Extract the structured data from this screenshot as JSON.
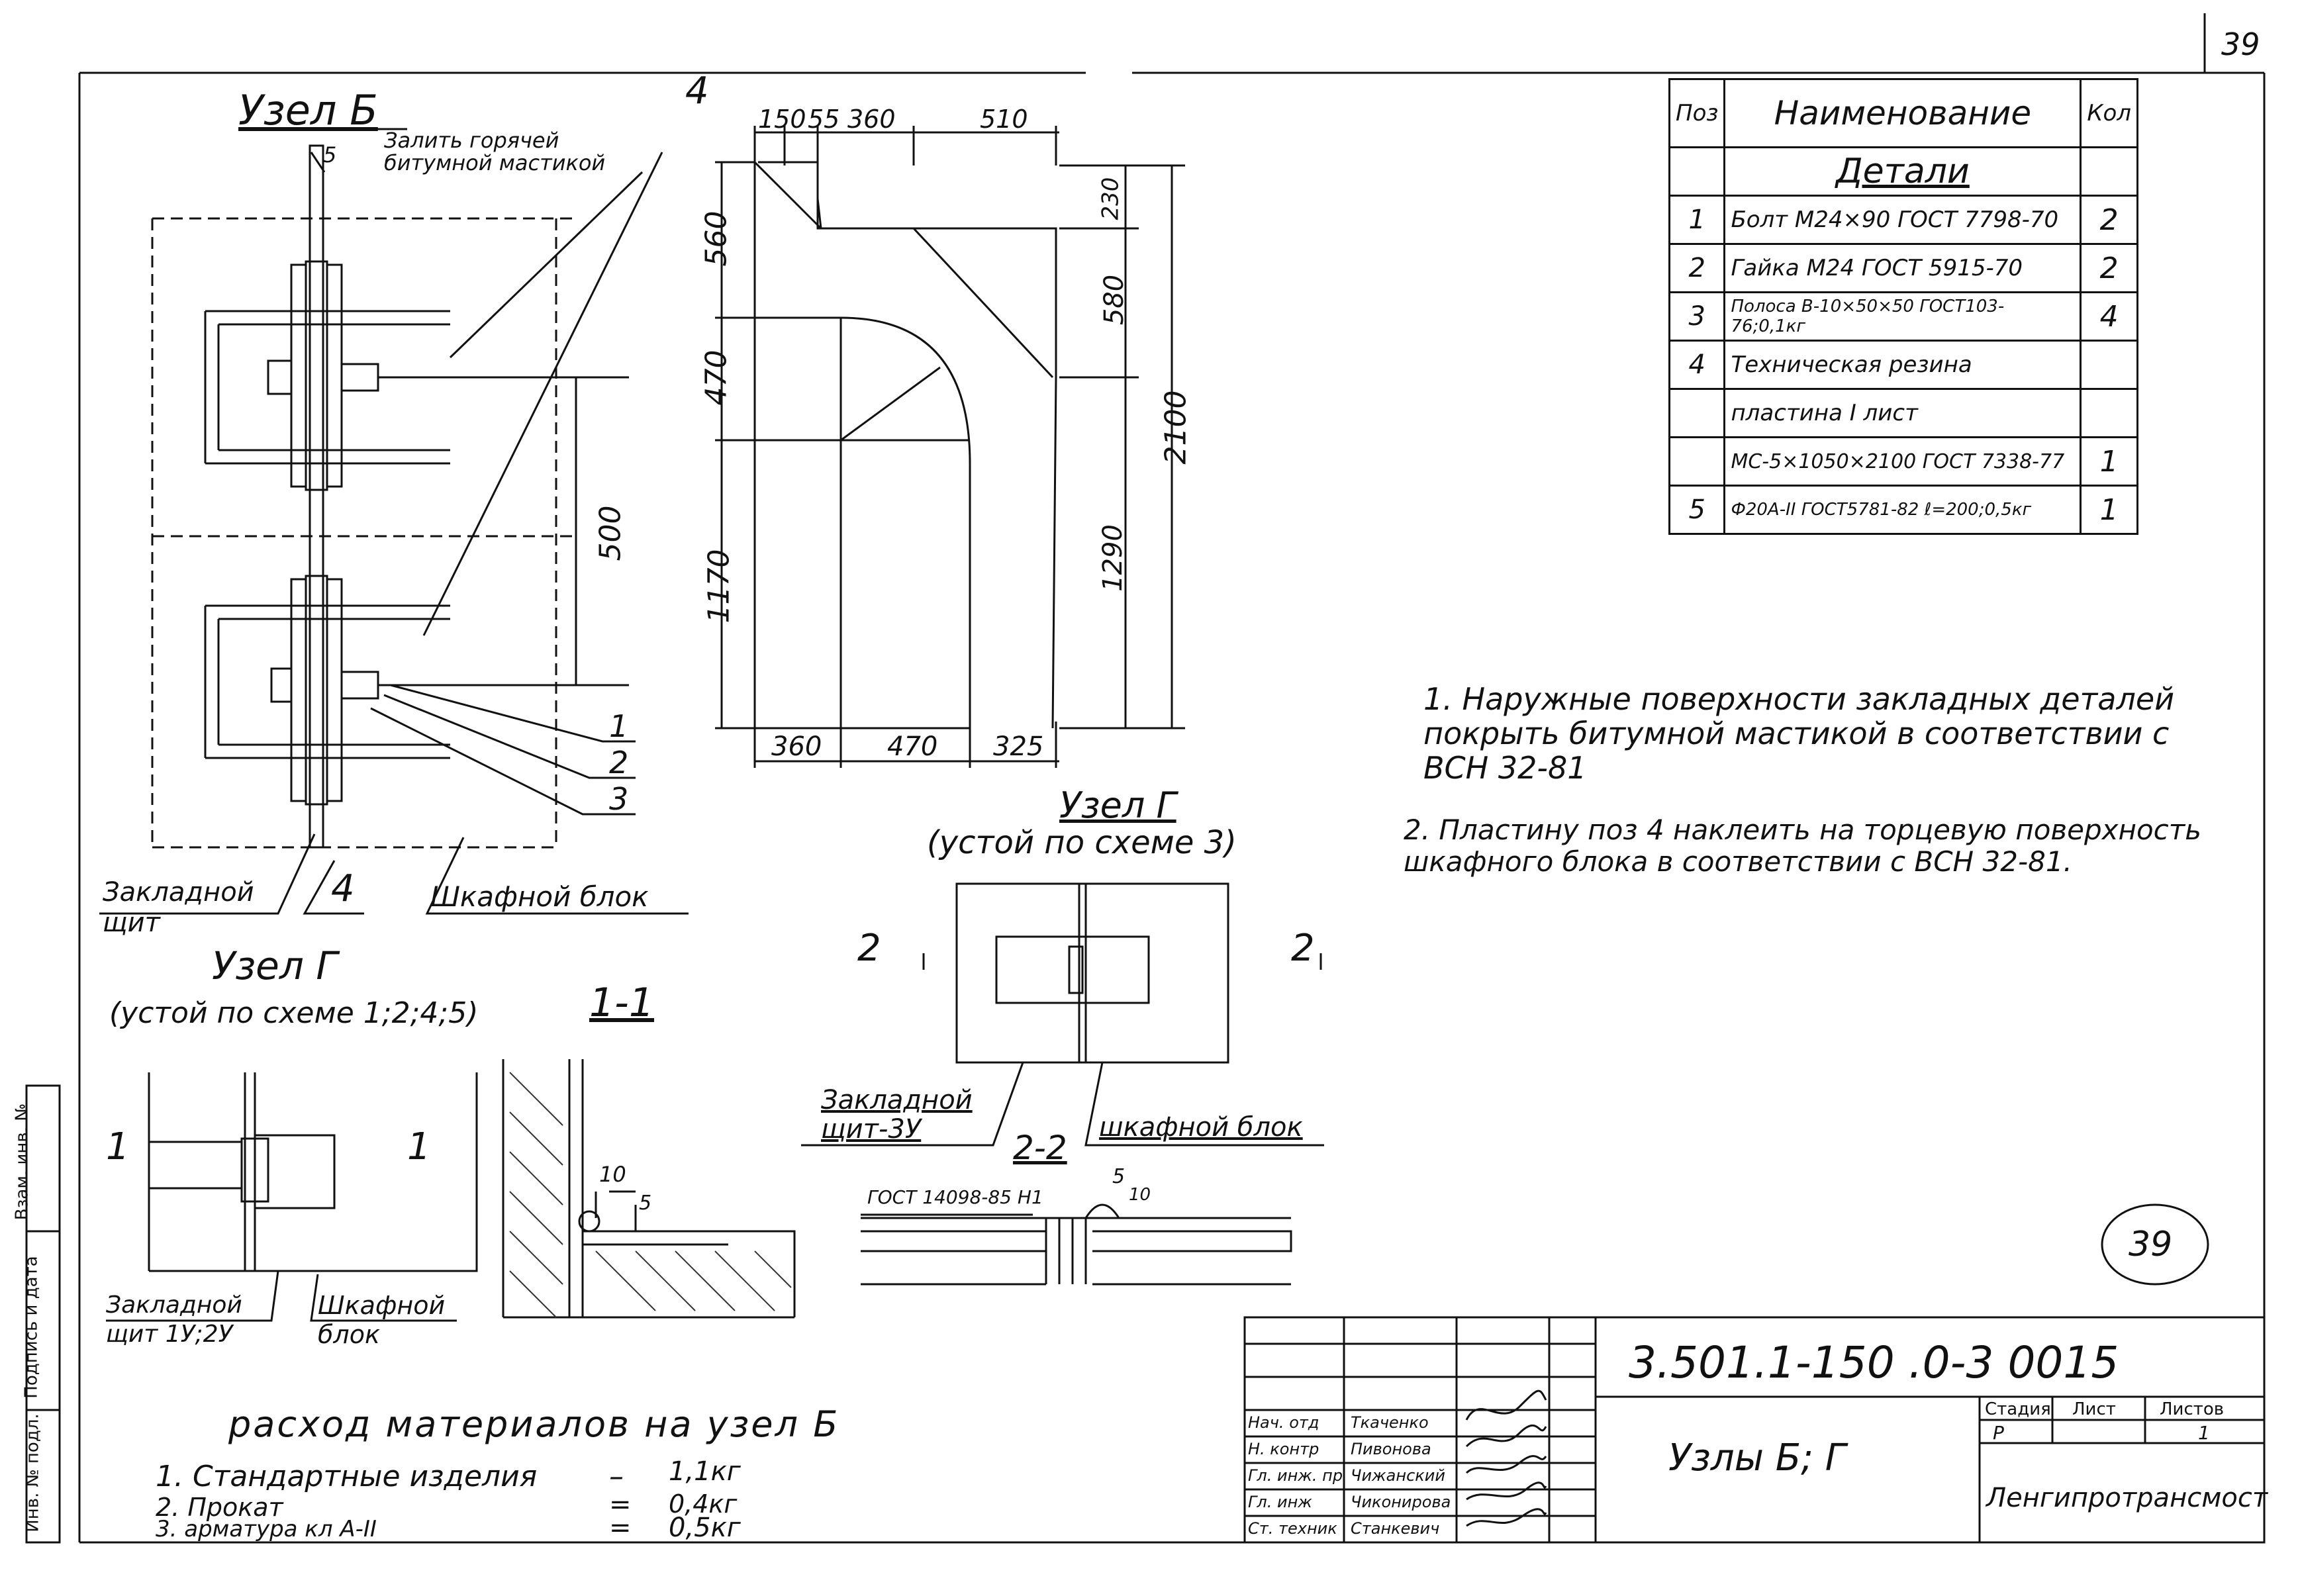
{
  "sheet_number": "39",
  "stamp_number": "39",
  "uzel_b": {
    "title": "Узел Б",
    "note": "Залить горячей битумной мастикой",
    "labels": {
      "shield": "Закладной щит",
      "pos4": "4",
      "block": "Шкафной блок"
    },
    "callouts": [
      "1",
      "2",
      "3"
    ],
    "dim_500": "500",
    "mark_5": "5"
  },
  "plate": {
    "top_dims": [
      "150",
      "55",
      "360",
      "510"
    ],
    "pos_label": "4",
    "left_dims": [
      "560",
      "470",
      "1170"
    ],
    "right_dims": [
      "230",
      "580",
      "1290"
    ],
    "overall": "2100",
    "bottom_dims": [
      "360",
      "470",
      "325"
    ]
  },
  "spec": {
    "headers": {
      "pos": "Поз",
      "name": "Наименование",
      "qty": "Кол"
    },
    "section": "Детали",
    "rows": [
      {
        "pos": "1",
        "name": "Болт М24×90 ГОСТ 7798-70",
        "qty": "2"
      },
      {
        "pos": "2",
        "name": "Гайка М24 ГОСТ 5915-70",
        "qty": "2"
      },
      {
        "pos": "3",
        "name": "Полоса В-10×50×50 ГОСТ103-76;0,1кг",
        "qty": "4"
      },
      {
        "pos": "4",
        "name": "Техническая резина",
        "qty": ""
      },
      {
        "pos": "",
        "name": "пластина I лист",
        "qty": ""
      },
      {
        "pos": "",
        "name": "МС-5×1050×2100 ГОСТ 7338-77",
        "qty": "1"
      },
      {
        "pos": "5",
        "name": "Ф20А-II ГОСТ5781-82 ℓ=200;0,5кг",
        "qty": "1"
      }
    ]
  },
  "notes": [
    "1. Наружные поверхности закладных деталей покрыть битумной мастикой в соответствии с ВСН 32-81",
    "2. Пластину поз 4 наклеить на торцевую поверхность шкафного блока в соответствии с ВСН 32-81."
  ],
  "uzel_g_right": {
    "title": "Узел Г",
    "subtitle": "(устой по схеме 3)",
    "section_marks": [
      "2",
      "2"
    ],
    "labels": {
      "shield": "Закладной щит-3У",
      "block": "шкафной блок"
    }
  },
  "section_22": {
    "title": "2-2",
    "gost": "ГОСТ 14098-85 Н1",
    "dims": [
      "5",
      "10"
    ]
  },
  "uzel_g_left": {
    "title": "Узел Г",
    "subtitle": "(устой по схеме 1;2;4;5)",
    "section_marks": [
      "1",
      "1"
    ],
    "labels": {
      "shield": "Закладной щит 1У;2У",
      "block": "Шкафной блок"
    }
  },
  "section_11": {
    "title": "1-1",
    "dims": [
      "10",
      "5"
    ]
  },
  "materials": {
    "title": "расход материалов на узел Б",
    "rows": [
      {
        "name": "1. Стандартные изделия",
        "eq": "–",
        "value": "1,1кг"
      },
      {
        "name": "2. Прокат",
        "eq": "=",
        "value": "0,4кг"
      },
      {
        "name": "3. арматура кл А-II",
        "eq": "=",
        "value": "0,5кг"
      }
    ]
  },
  "title_block": {
    "code": "3.501.1-150 .0-3 0015",
    "name": "Узлы Б; Г",
    "org": "Ленгипротрансмост",
    "stage_headers": [
      "Стадия",
      "Лист",
      "Листов"
    ],
    "stage_values": [
      "Р",
      "",
      "1"
    ],
    "signers": [
      {
        "role": "Нач. отд",
        "name": "Ткаченко"
      },
      {
        "role": "Н. контр",
        "name": "Пивонова"
      },
      {
        "role": "Гл. инж. пр",
        "name": "Чижанский"
      },
      {
        "role": "Гл. инж",
        "name": "Чиконирова"
      },
      {
        "role": "Ст. техник",
        "name": "Станкевич"
      }
    ]
  },
  "side_stamp": [
    "Инв. № подл.",
    "Подпись и дата",
    "Взам. инв. №"
  ]
}
